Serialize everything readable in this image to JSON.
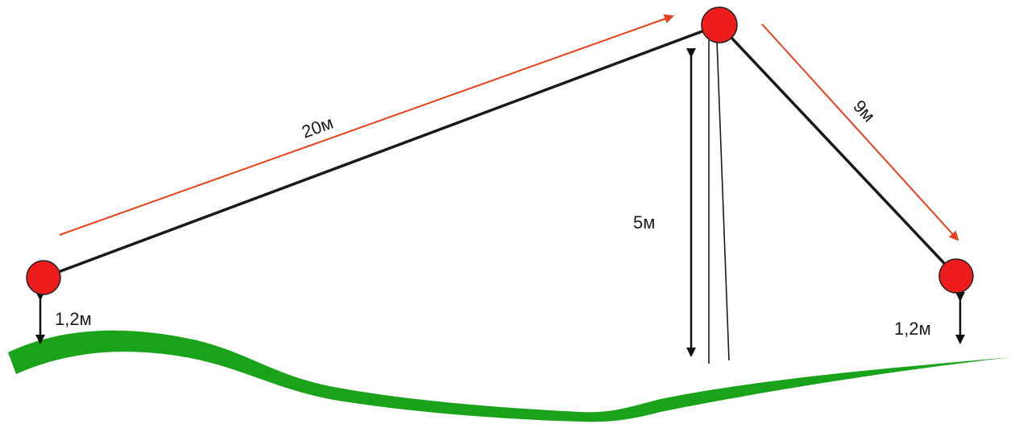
{
  "diagram": {
    "labels": {
      "span_left": "20м",
      "span_right": "9м",
      "pole_height": "5м",
      "clearance_left": "1,2м",
      "clearance_right": "1,2м"
    },
    "colors": {
      "background": "#ffffff",
      "ground": "#1aa31a",
      "node": "#ee1c1c",
      "node_outline": "#222222",
      "wire": "#1a1a1a",
      "span_arrow": "#e8401c",
      "dimension_arrow": "#111111"
    }
  }
}
